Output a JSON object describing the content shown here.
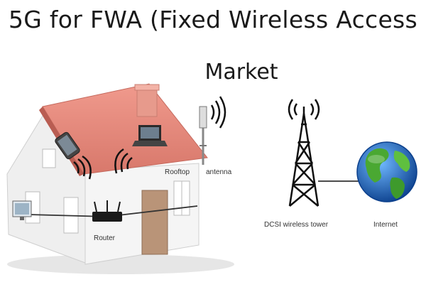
{
  "title": {
    "line1": "5G for FWA (Fixed Wireless Access",
    "line2": "Market"
  },
  "labels": {
    "router": "Router",
    "rooftop": "Rooftop",
    "antenna": "antenna",
    "tower": "DCSI wireless tower",
    "internet": "Internet"
  },
  "colors": {
    "roof": "#e8867a",
    "roof_dark": "#c9685c",
    "wall": "#f2f2f2",
    "wall_shadow": "#d9d9d9",
    "door": "#b99478",
    "chimney": "#e79a8c",
    "ocean": "#1f6fc4",
    "land": "#4aa832",
    "cable": "#333333"
  },
  "icons": [
    "phone-icon",
    "laptop-icon",
    "tv-icon",
    "router-icon",
    "antenna-icon",
    "tower-icon",
    "globe-icon",
    "wifi-signal-icon"
  ]
}
